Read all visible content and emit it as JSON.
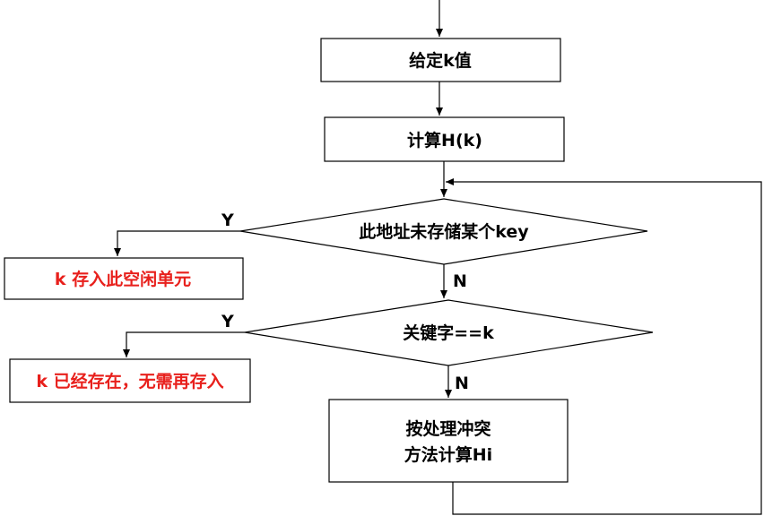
{
  "flowchart": {
    "step_given_k": "给定k值",
    "step_compute_hash": "计算H(k)",
    "decision_empty": "此地址未存储某个key",
    "decision_empty_yes": "Y",
    "decision_empty_no": "N",
    "result_store": "k 存入此空闲单元",
    "decision_equal": "关键字==k",
    "decision_equal_yes": "Y",
    "decision_equal_no": "N",
    "result_exists": "k 已经存在，无需再存入",
    "step_resolve_line1": "按处理冲突",
    "step_resolve_line2": "方法计算Hi"
  },
  "colors": {
    "line": "#000000",
    "highlight_text": "#e8201c",
    "box_fill": "#ffffff"
  }
}
